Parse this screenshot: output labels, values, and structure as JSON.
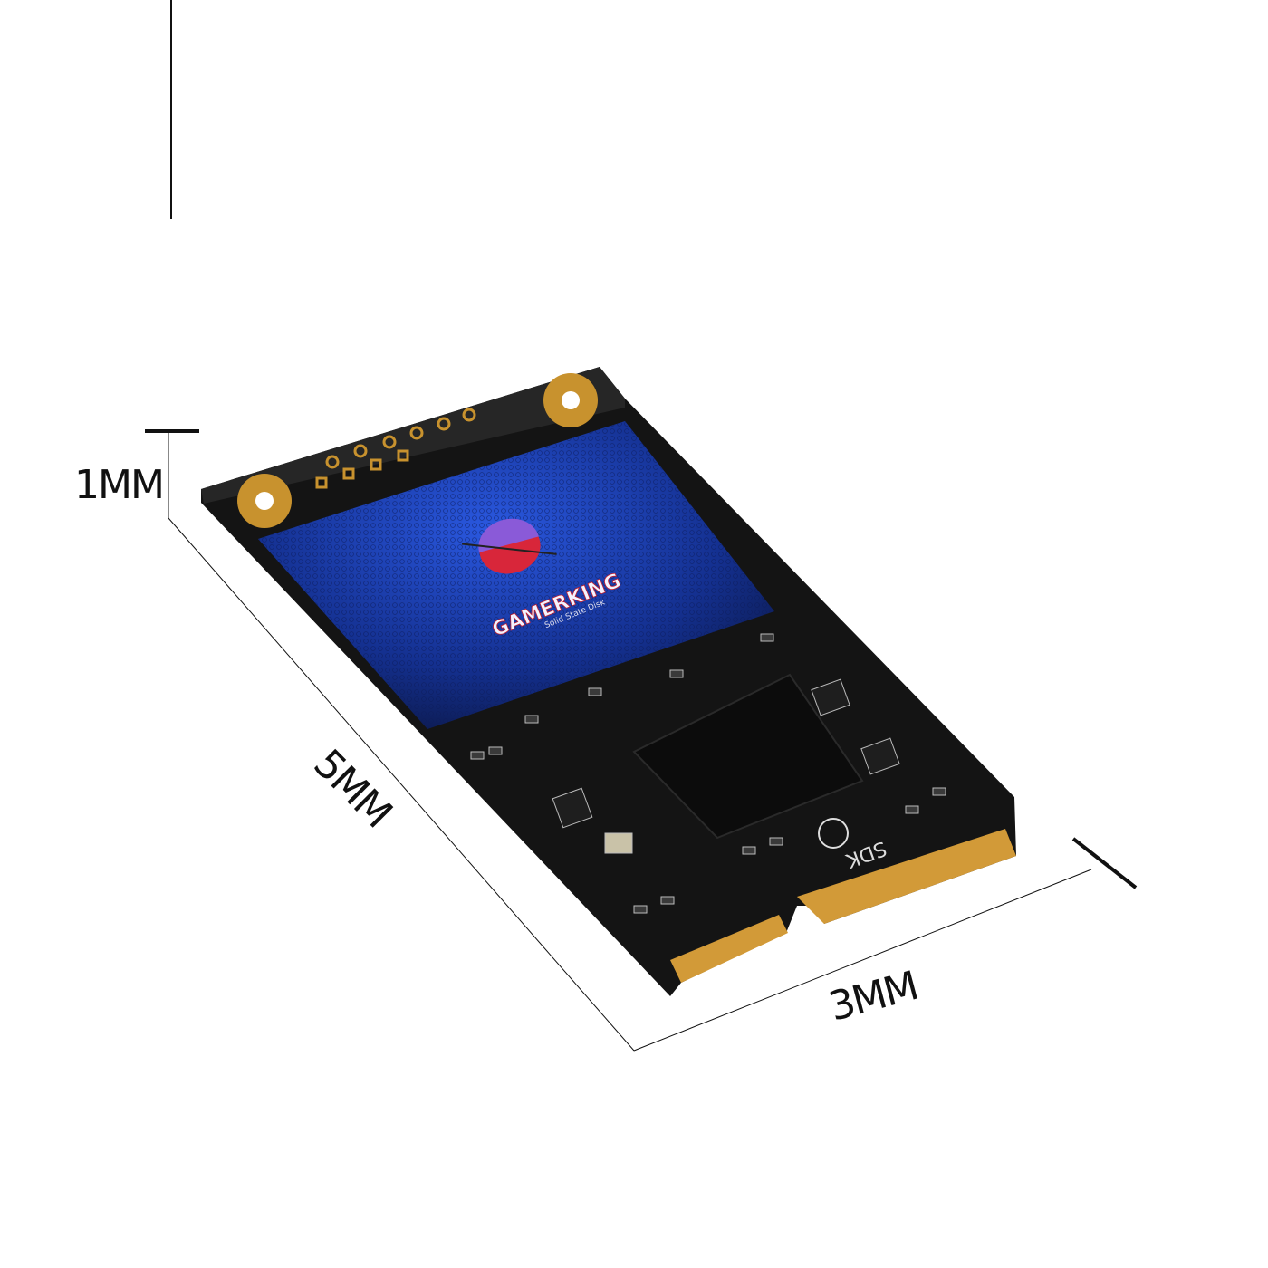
{
  "dimensions": {
    "thickness_label": "1MM",
    "length_label": "5MM",
    "width_label": "3MM"
  },
  "product": {
    "brand": "GAMERKING",
    "subtitle": "Solid State Disk",
    "pcb_marking": "SDK"
  },
  "colors": {
    "pcb": "#141414",
    "label_blue": "#1a3aa8",
    "gold": "#c8922e",
    "dimension_lines": "#111111"
  }
}
